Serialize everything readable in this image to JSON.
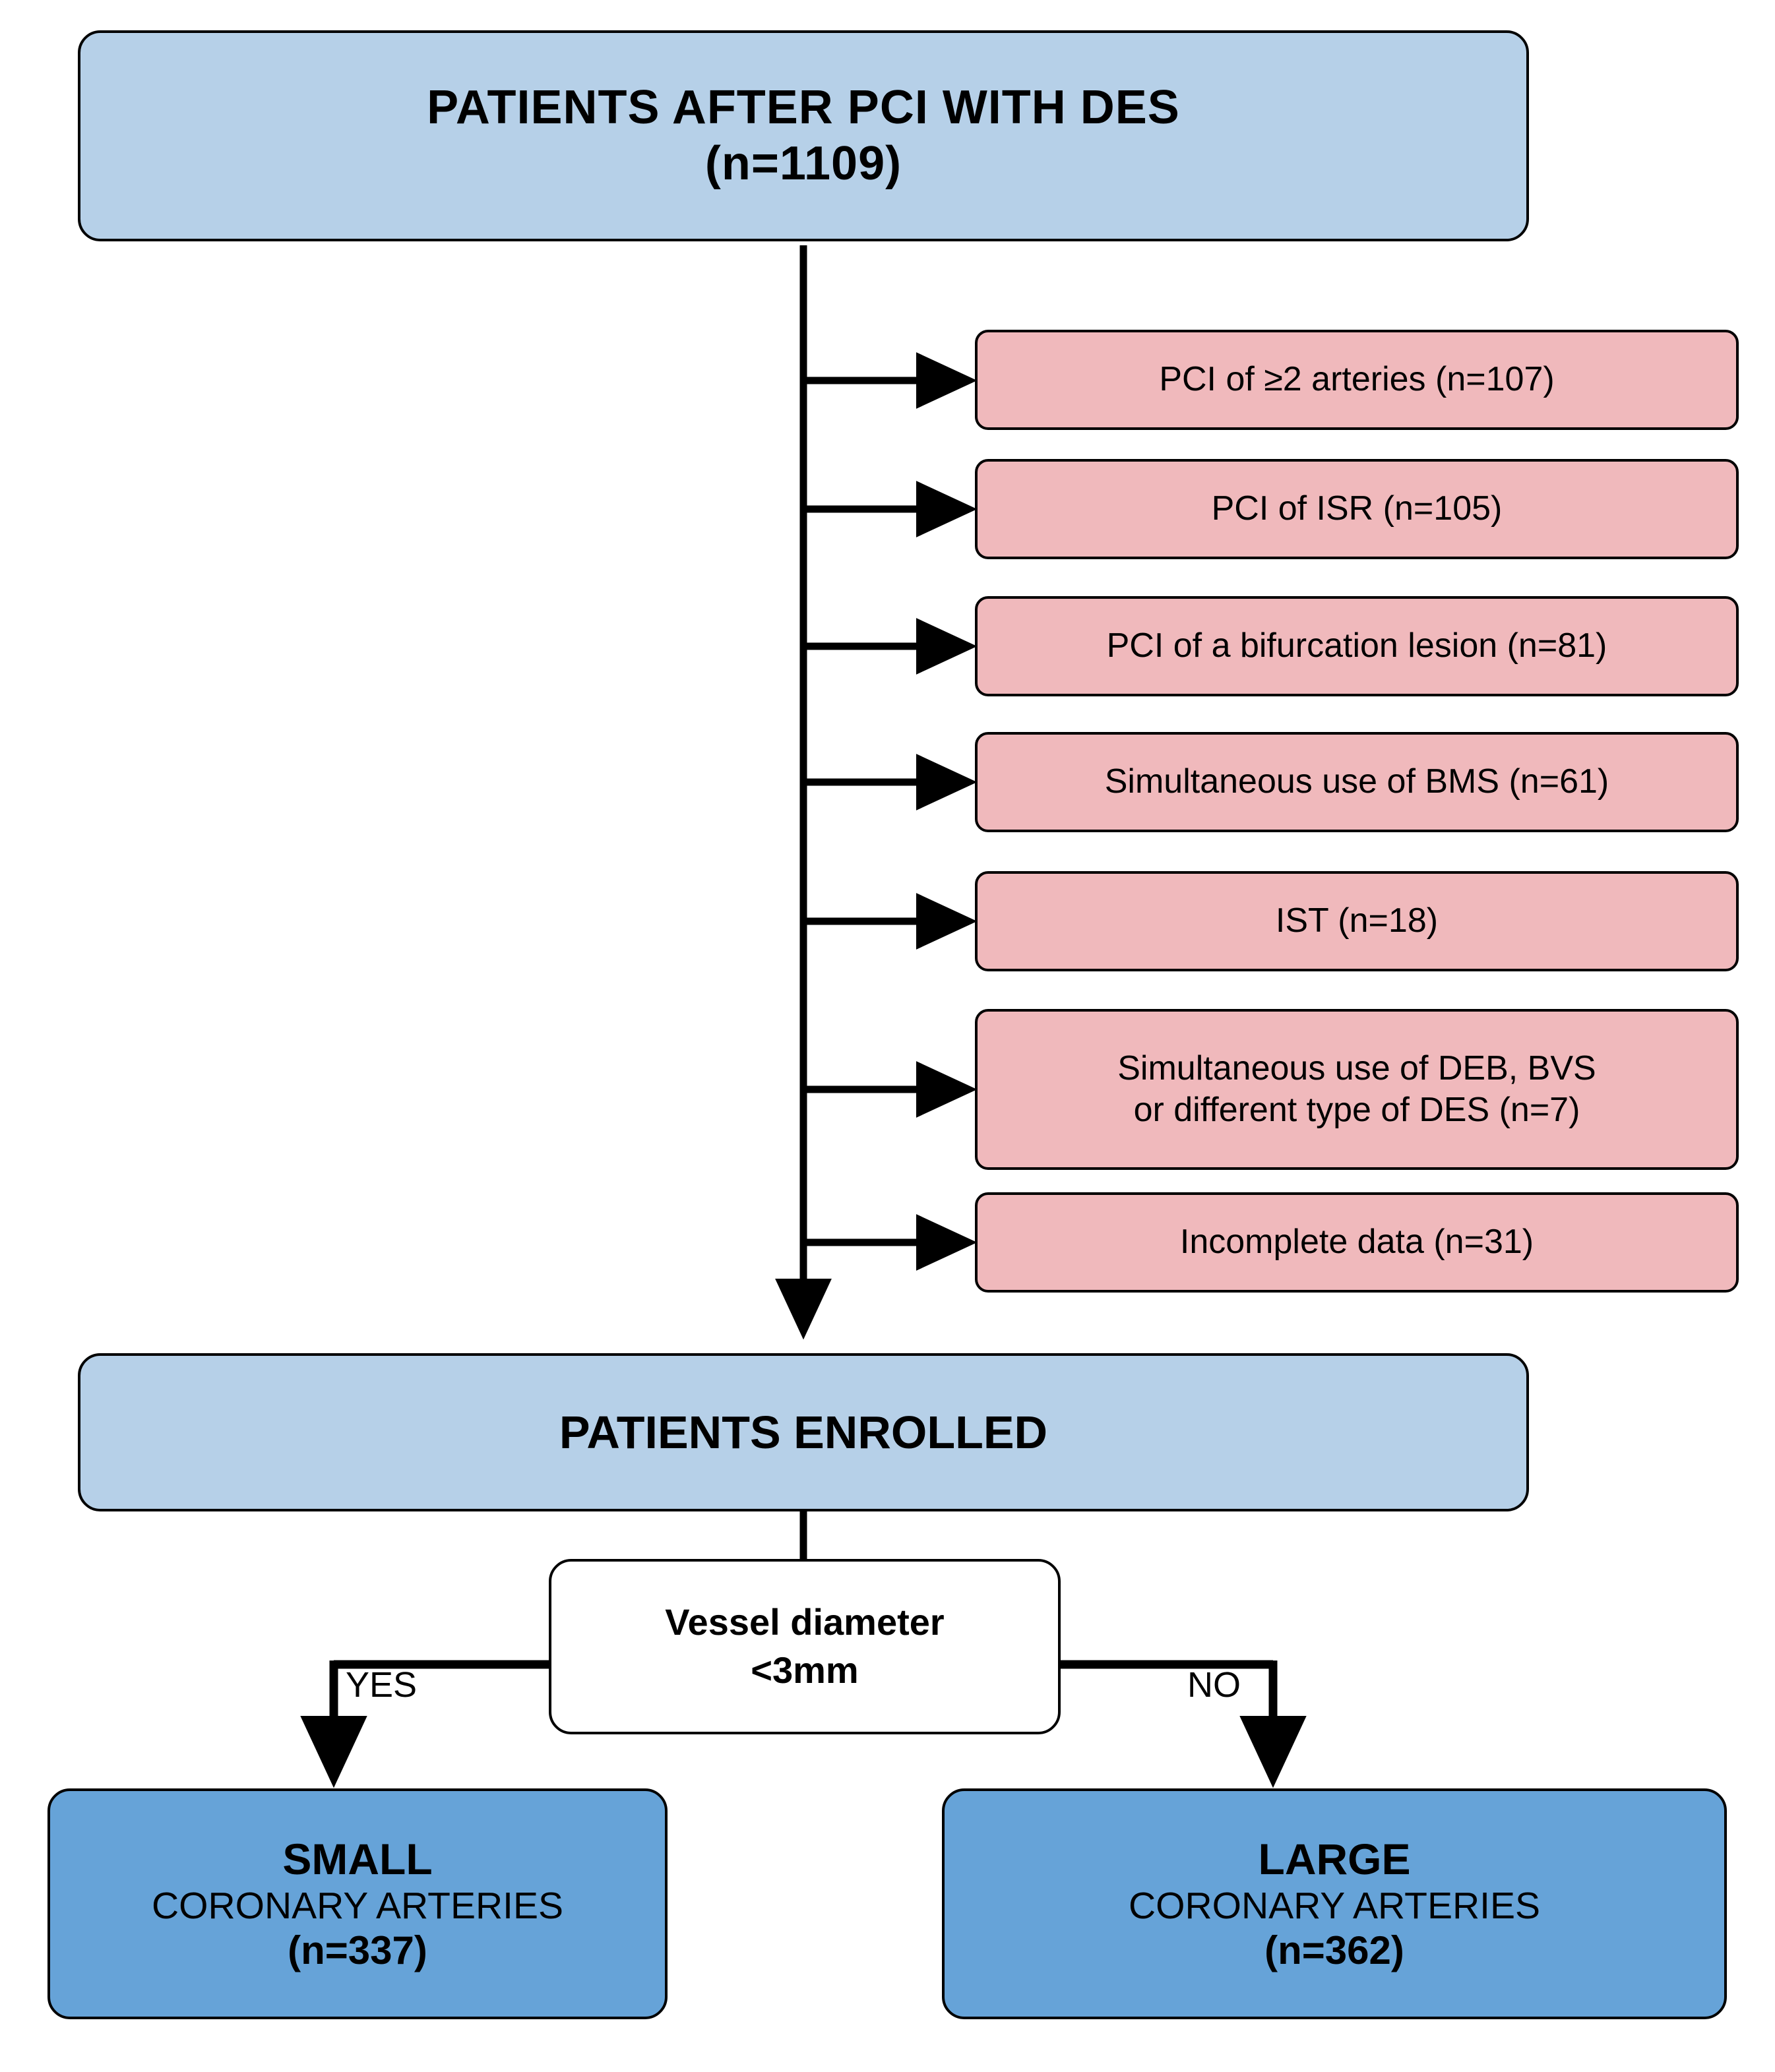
{
  "diagram": {
    "type": "flowchart",
    "title_node": {
      "line1": "PATIENTS AFTER PCI WITH DES",
      "line2": "(n=1109)"
    },
    "exclusions": [
      {
        "label": "PCI of ≥2 arteries (n=107)"
      },
      {
        "label": "PCI of ISR (n=105)"
      },
      {
        "label": "PCI of a bifurcation lesion (n=81)"
      },
      {
        "label": "Simultaneous use of BMS (n=61)"
      },
      {
        "label": "IST (n=18)"
      },
      {
        "label": "Simultaneous use of DEB, BVS",
        "label2": "or different type of DES  (n=7)"
      },
      {
        "label": "Incomplete data (n=31)"
      }
    ],
    "enrolled": {
      "label": "PATIENTS  ENROLLED"
    },
    "decision": {
      "line1": "Vessel  diameter",
      "line2": "<3mm"
    },
    "branch_labels": {
      "yes": "YES",
      "no": "NO"
    },
    "outcomes": [
      {
        "title": "SMALL",
        "subtitle": "CORONARY ARTERIES",
        "count": "(n=337)"
      },
      {
        "title": "LARGE",
        "subtitle": "CORONARY ARTERIES",
        "count": "(n=362)"
      }
    ],
    "colors": {
      "primary_box": "#b6d0e8",
      "exclusion_box": "#f0b9bc",
      "outcome_box": "#66a3d8",
      "decision_box": "#ffffff",
      "stroke": "#000000"
    }
  }
}
